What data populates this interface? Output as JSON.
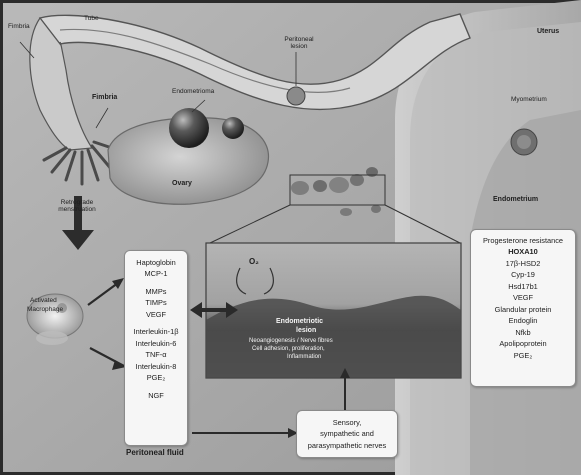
{
  "anatomy": {
    "fimbria_left": "Fimbria",
    "tube": "Tube",
    "fimbria": "Fimbria",
    "endometrioma": "Endometrioma",
    "ovary": "Ovary",
    "uterus": "Uterus",
    "peritoneal_lesion": "Peritoneal lesion",
    "myometrium": "Myometrium",
    "endometrium": "Endometrium",
    "retrograde": "Retrograde menstruation",
    "macrophage": [
      "Activated",
      "Macrophage"
    ],
    "inset": {
      "o2": "O₂",
      "title": [
        "Endometriotic",
        "lesion"
      ],
      "desc": [
        "Neoangiogenesis / Nerve fibres",
        "Cell adhesion, proliferation,",
        "Inflammation"
      ]
    },
    "nerve_box": [
      "Sensory,",
      "sympathetic and",
      "parasympathetic nerves"
    ]
  },
  "peritoneal_fluid": {
    "label": "Peritoneal fluid",
    "groups": [
      [
        "Haptoglobin",
        "MCP-1"
      ],
      [
        "MMPs",
        "TIMPs",
        "VEGF"
      ],
      [
        "Interleukin-1β",
        "Interleukin-6",
        "TNF-α",
        "Interleukin-8",
        "PGE₂"
      ],
      [
        "NGF"
      ]
    ]
  },
  "endometrium_factors": [
    "Progesterone resistance",
    "HOXA10",
    "17β-HSD2",
    "Cyp-19",
    "Hsd17b1",
    "VEGF",
    "Glandular protein",
    "Endoglin",
    "Nfkb",
    "Apolipoprotein",
    "PGE₂"
  ]
}
